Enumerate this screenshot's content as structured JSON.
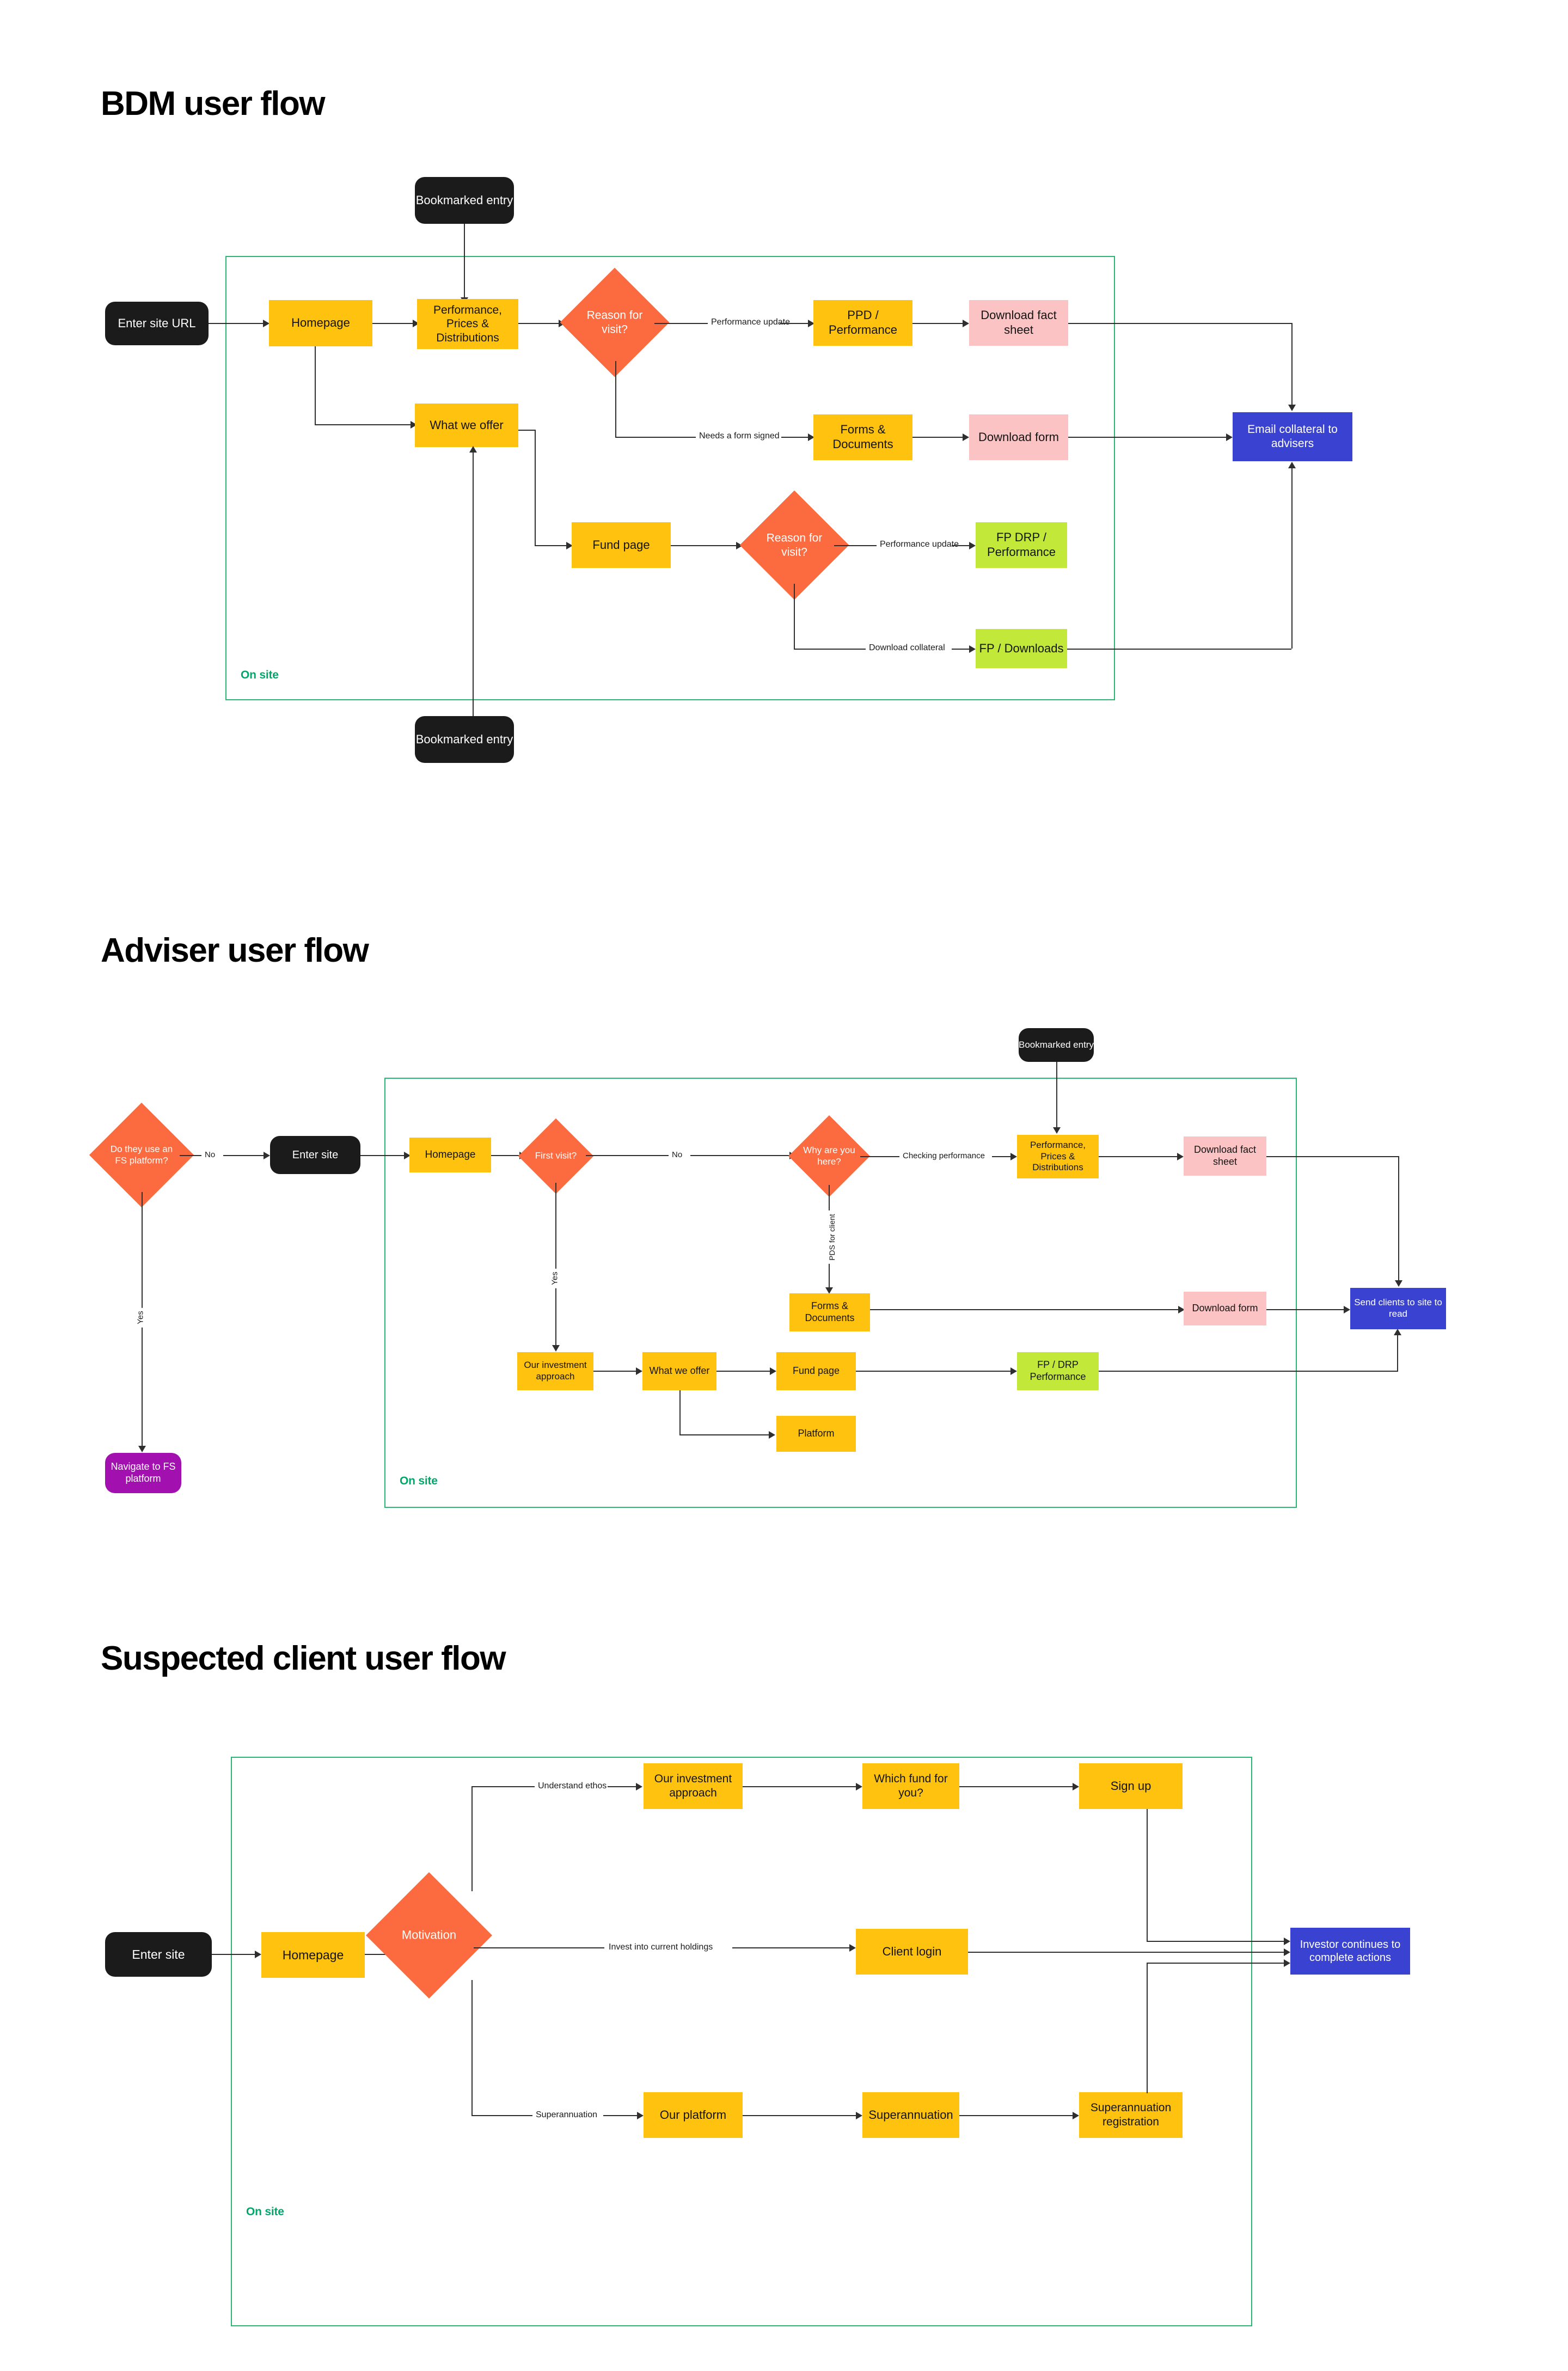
{
  "document": {
    "title": "User flow diagrams",
    "colors": {
      "page_background": "#ffffff",
      "node_yellow": "#FFC20E",
      "node_pink": "#FBC3C3",
      "node_green": "#C2E939",
      "node_blue": "#3A43D1",
      "node_black": "#1b1b1b",
      "node_purple": "#A211B0",
      "decision_orange": "#FB6B3F",
      "onsite_border": "#2bb673",
      "onsite_label": "#00a86b",
      "connector": "#2f2f2f"
    }
  },
  "flows": [
    {
      "id": "bdm",
      "title": "BDM user flow",
      "onsite_label": "On site",
      "nodes": {
        "bookmarked_entry_top": "Bookmarked entry",
        "bookmarked_entry_bottom": "Bookmarked entry",
        "enter_site_url": "Enter site URL",
        "homepage": "Homepage",
        "ppd": "Performance, Prices & Distributions",
        "what_we_offer": "What we offer",
        "reason_for_visit_1": "Reason for visit?",
        "ppd_performance": "PPD / Performance",
        "download_fact_sheet": "Download fact sheet",
        "forms_documents": "Forms & Documents",
        "download_form": "Download form",
        "email_collateral": "Email collateral to advisers",
        "fund_page": "Fund page",
        "reason_for_visit_2": "Reason for visit?",
        "fp_drp_performance": "FP DRP / Performance",
        "fp_downloads": "FP / Downloads"
      },
      "edge_labels": {
        "performance_update_1": "Performance update",
        "needs_form_signed": "Needs a form signed",
        "performance_update_2": "Performance update",
        "download_collateral": "Download collateral"
      }
    },
    {
      "id": "adviser",
      "title": "Adviser user flow",
      "onsite_label": "On site",
      "nodes": {
        "do_they_use_fs": "Do they use an FS platform?",
        "enter_site": "Enter site",
        "navigate_to_fs": "Navigate to FS platform",
        "homepage": "Homepage",
        "first_visit": "First visit?",
        "why_are_you_here": "Why are you here?",
        "bookmarked_entry": "Bookmarked entry",
        "ppd": "Performance, Prices & Distributions",
        "download_fact_sheet": "Download fact sheet",
        "forms_documents": "Forms & Documents",
        "download_form": "Download form",
        "send_clients": "Send clients to site to read",
        "our_investment_approach": "Our investment approach",
        "what_we_offer": "What we offer",
        "fund_page": "Fund page",
        "fp_drp_performance": "FP / DRP Performance",
        "platform": "Platform"
      },
      "edge_labels": {
        "no_1": "No",
        "yes_1": "Yes",
        "no_2": "No",
        "yes_2": "Yes",
        "checking_performance": "Checking performance",
        "pds_for_client": "PDS for client"
      }
    },
    {
      "id": "suspected_client",
      "title": "Suspected client user flow",
      "onsite_label": "On site",
      "nodes": {
        "enter_site": "Enter site",
        "homepage": "Homepage",
        "motivation": "Motivation",
        "our_investment_approach": "Our investment approach",
        "which_fund_for_you": "Which fund for you?",
        "sign_up": "Sign up",
        "client_login": "Client login",
        "our_platform": "Our platform",
        "superannuation": "Superannuation",
        "superannuation_registration": "Superannuation registration",
        "investor_continues": "Investor continues to complete actions"
      },
      "edge_labels": {
        "understand_ethos": "Understand ethos",
        "invest_into_current_holdings": "Invest into current holdings",
        "superannuation": "Superannuation"
      }
    }
  ]
}
